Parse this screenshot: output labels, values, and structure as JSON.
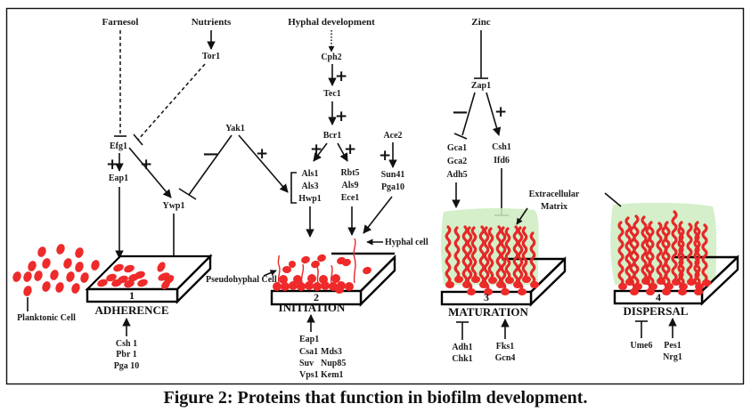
{
  "figure": {
    "caption": "Figure 2: Proteins that function in biofilm development.",
    "signals": {
      "farnesol": "Farnesol",
      "nutrients": "Nutrients",
      "hyphal_development": "Hyphal development",
      "zinc": "Zinc"
    },
    "proteins": {
      "tor1": "Tor1",
      "efg1": "Efg1",
      "eap1": "Eap1",
      "ywp1": "Ywp1",
      "yak1": "Yak1",
      "cph2": "Cph2",
      "tec1": "Tec1",
      "bcr1": "Bcr1",
      "ace2": "Ace2",
      "zap1": "Zap1"
    },
    "gene_groups": {
      "bcr1_left": [
        "Als1",
        "Als3",
        "Hwp1"
      ],
      "bcr1_right": [
        "Rbt5",
        "Als9",
        "Ece1"
      ],
      "ace2_targets": [
        "Sun41",
        "Pga10"
      ],
      "zap1_repressed": [
        "Gca1",
        "Gca2",
        "Adh5"
      ],
      "zap1_activated": [
        "Csh1",
        "Ifd6"
      ]
    },
    "signs": {
      "plus": "+",
      "minus": "—"
    },
    "cell_labels": {
      "planktonic": "Planktonic Cell",
      "pseudohyphal": "Pseudohyphal Cell",
      "hyphal": "Hyphal cell",
      "ecm_line1": "Extracellular",
      "ecm_line2": "Matrix"
    },
    "stages": [
      {
        "number": "1",
        "name": "ADHERENCE",
        "regulators_activate": [
          "Csh 1",
          "Pbr 1",
          "Pga 10"
        ]
      },
      {
        "number": "2",
        "name": "INITIATION",
        "regulators_activate": [
          "Eap1",
          "Csa1",
          "Mds3",
          "Suv",
          "Nup85",
          "Vps1",
          "Kem1"
        ]
      },
      {
        "number": "3",
        "name": "MATURATION",
        "regulators_inhibit": [
          "Adh1",
          "Chk1"
        ],
        "regulators_activate": [
          "Fks1",
          "Gcn4"
        ]
      },
      {
        "number": "4",
        "name": "DISPERSAL",
        "regulators_inhibit": [
          "Ume6"
        ],
        "regulators_activate": [
          "Pes1",
          "Nrg1"
        ]
      }
    ],
    "colors": {
      "cell_red": "#ee2a2a",
      "matrix_green": "#cdecc0",
      "line": "#111111"
    }
  }
}
